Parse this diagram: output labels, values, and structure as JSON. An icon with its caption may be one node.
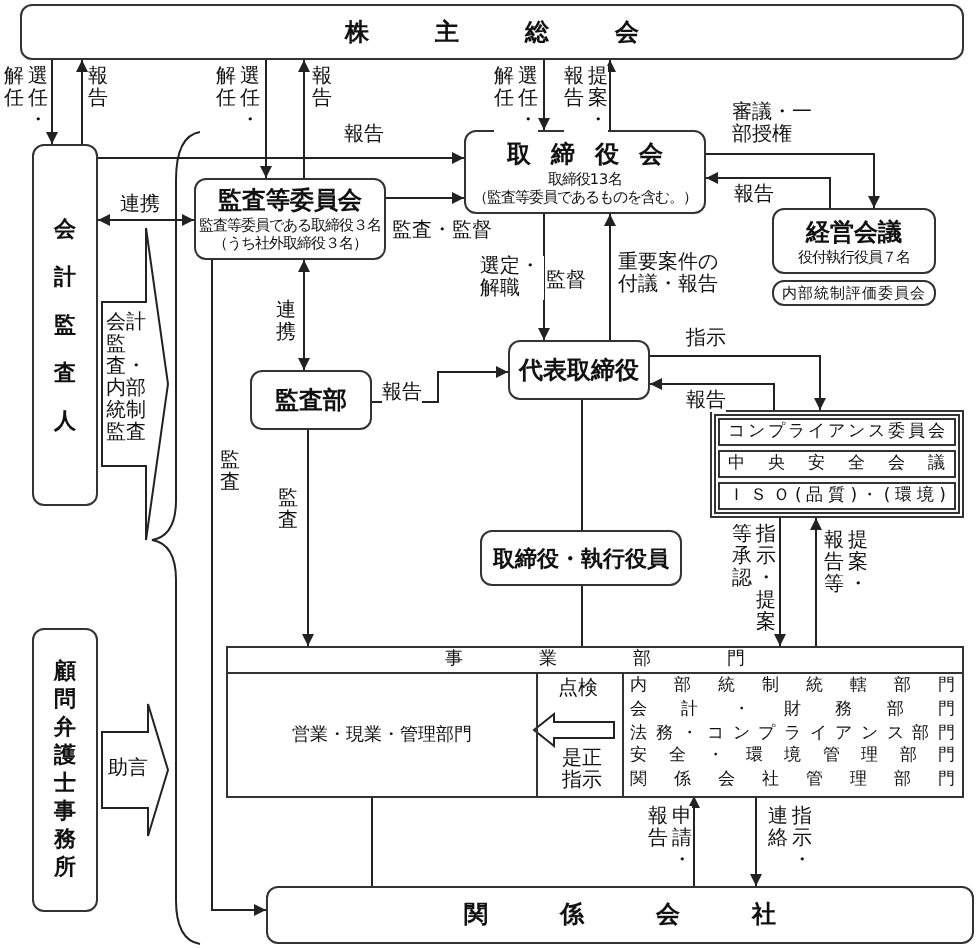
{
  "diagram": {
    "nodes": [
      {
        "text": [
          "株主総会"
        ]
      },
      {
        "text": [
          "会計監査人"
        ]
      },
      {
        "text": [
          "監査等委員会",
          "監査等委員である取締役３名",
          "（うち社外取締役３名）"
        ]
      },
      {
        "text": [
          "取締役会",
          "取締役13名",
          "（監査等委員であるものを含む。）"
        ]
      },
      {
        "text": [
          "経営会議",
          "役付執行役員７名"
        ]
      },
      {
        "text": [
          "内部統制評価委員会"
        ]
      },
      {
        "text": [
          "監査部"
        ]
      },
      {
        "text": [
          "代表取締役"
        ]
      },
      {
        "text": [],
        "shape": "box"
      },
      {
        "text": [
          "コンプライアンス委員会"
        ],
        "in": 8
      },
      {
        "text": [
          "中央安全会議"
        ],
        "in": 8
      },
      {
        "text": [
          "ＩＳＯ(品質)・(環境)"
        ],
        "in": 8
      },
      {
        "text": [
          "取締役・執行役員"
        ]
      },
      {
        "text": [
          "事業部門"
        ]
      },
      {
        "text": [
          "営業・現業・管理部門"
        ],
        "in": 13
      },
      {
        "text": [
          "内部統制統轄部門",
          "会計・財務部門",
          "法務・コンプライアンス部門",
          "安全・環境管理部門",
          "関係会社管理部門"
        ],
        "in": 13
      },
      {
        "text": [
          "関係会社"
        ]
      },
      {
        "text": [
          "顧問弁護士事務所"
        ]
      }
    ],
    "edges": [
      {
        "from": 0,
        "to": 1,
        "arrow": "to",
        "label": "選任・解任"
      },
      {
        "from": 1,
        "to": 0,
        "arrow": "to",
        "label": "報告"
      },
      {
        "from": 0,
        "to": 2,
        "arrow": "to",
        "label": "選任・解任"
      },
      {
        "from": 2,
        "to": 0,
        "arrow": "to",
        "label": "報告"
      },
      {
        "from": 0,
        "to": 3,
        "arrow": "to",
        "label": "選任・解任"
      },
      {
        "from": 3,
        "to": 0,
        "arrow": "to",
        "label": "提案・報告"
      },
      {
        "from": 1,
        "to": 3,
        "arrow": "to",
        "label": "報告"
      },
      {
        "from": 1,
        "to": 2,
        "arrow": "both",
        "label": "連携"
      },
      {
        "from": 2,
        "to": 3,
        "arrow": "to",
        "label": "監査・監督"
      },
      {
        "from": 3,
        "to": 4,
        "arrow": "to",
        "label": "審議・一部授権"
      },
      {
        "from": 4,
        "to": 3,
        "arrow": "to",
        "label": "報告"
      },
      {
        "from": 3,
        "to": 7,
        "arrow": "to",
        "label": "選定・解職"
      },
      {
        "from": 7,
        "to": 3,
        "arrow": "to",
        "label": "重要案件の付議・報告"
      },
      {
        "from": 2,
        "to": 6,
        "arrow": "both",
        "label": "連携"
      },
      {
        "from": 6,
        "to": 7,
        "arrow": "to",
        "label": "報告"
      },
      {
        "from": 7,
        "to": 8,
        "arrow": "to",
        "label": "指示"
      },
      {
        "from": 8,
        "to": 7,
        "arrow": "to",
        "label": "報告"
      },
      {
        "from": 6,
        "to": 13,
        "arrow": "to",
        "label": "監査"
      },
      {
        "from": 2,
        "to": 16,
        "arrow": "to",
        "label": "監査"
      },
      {
        "from": 7,
        "to": 12,
        "arrow": "none"
      },
      {
        "from": 12,
        "to": 13,
        "arrow": "none"
      },
      {
        "from": 8,
        "to": 13,
        "arrow": "to",
        "label": "指示・提案等承認"
      },
      {
        "from": 13,
        "to": 8,
        "arrow": "to",
        "label": "提案・報告等"
      },
      {
        "from": 14,
        "to": 16,
        "arrow": "none"
      },
      {
        "from": 15,
        "to": 16,
        "arrow": "to",
        "label": "指示・連絡"
      },
      {
        "from": 16,
        "to": 15,
        "arrow": "to",
        "label": "申請・報告"
      },
      {
        "from": 15,
        "to": 14,
        "arrow": "to",
        "label": "点検"
      },
      {
        "from": 1,
        "to": null,
        "arrow": "to",
        "label": "会計監査・内部統制監査"
      },
      {
        "from": 17,
        "to": null,
        "arrow": "to",
        "label": "助言"
      }
    ],
    "labels": [
      "監督",
      "是正指示"
    ]
  }
}
